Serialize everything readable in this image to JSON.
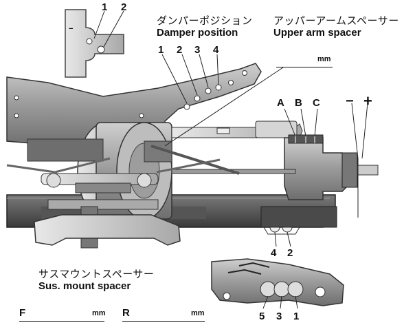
{
  "damper": {
    "jp": "ダンパーポジション",
    "en": "Damper position",
    "positions": [
      "1",
      "2",
      "3",
      "4"
    ],
    "unit": "mm"
  },
  "upper_arm": {
    "jp": "アッパーアームスペーサー",
    "en": "Upper arm spacer",
    "letters": [
      "A",
      "B",
      "C"
    ],
    "minus": "−",
    "plus": "+"
  },
  "shock_tower_inset": {
    "minus": "−",
    "holes": [
      "1",
      "2"
    ]
  },
  "sus_mount": {
    "jp": "サスマウントスペーサー",
    "en": "Sus. mount spacer",
    "holes_upper": [
      "4",
      "2"
    ],
    "holes_lower": [
      "5",
      "3",
      "1"
    ]
  },
  "measure": {
    "front_label": "F",
    "rear_label": "R",
    "unit": "mm"
  }
}
